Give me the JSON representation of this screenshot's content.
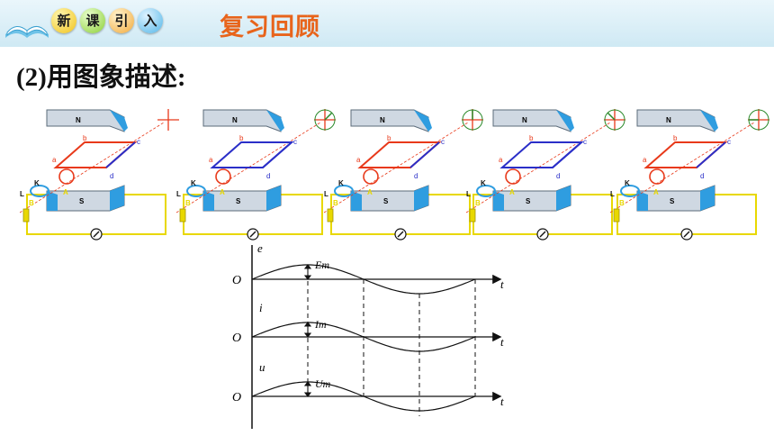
{
  "header": {
    "badges": [
      "新",
      "课",
      "引",
      "入"
    ],
    "title": "复习回顾"
  },
  "subtitle": "(2)用图象描述:",
  "generators": [
    {
      "n": "N",
      "s": "S",
      "labels": [
        "a",
        "b",
        "c",
        "d",
        "K",
        "L",
        "A",
        "B"
      ]
    },
    {
      "n": "N",
      "s": "S",
      "labels": [
        "a",
        "b",
        "c",
        "d",
        "K",
        "L",
        "A",
        "B"
      ]
    },
    {
      "n": "N",
      "s": "S",
      "labels": [
        "a",
        "b",
        "c",
        "d",
        "K",
        "L",
        "A",
        "B"
      ]
    },
    {
      "n": "N",
      "s": "S",
      "labels": [
        "a",
        "b",
        "c",
        "d",
        "K",
        "L",
        "A",
        "B"
      ]
    },
    {
      "n": "N",
      "s": "S",
      "labels": [
        "a",
        "b",
        "c",
        "d",
        "K",
        "L",
        "A",
        "B"
      ]
    }
  ],
  "graphs": {
    "e": {
      "axis": "e",
      "origin": "O",
      "peak": "Em",
      "t": "t"
    },
    "i": {
      "axis": "i",
      "origin": "O",
      "peak": "Im",
      "t": "t"
    },
    "u": {
      "axis": "u",
      "origin": "O",
      "peak": "Um",
      "t": "t"
    }
  },
  "colors": {
    "accent": "#e8641b",
    "coil_blue": "#2b2fc8",
    "coil_red": "#e8391a",
    "circuit": "#e8d800"
  }
}
